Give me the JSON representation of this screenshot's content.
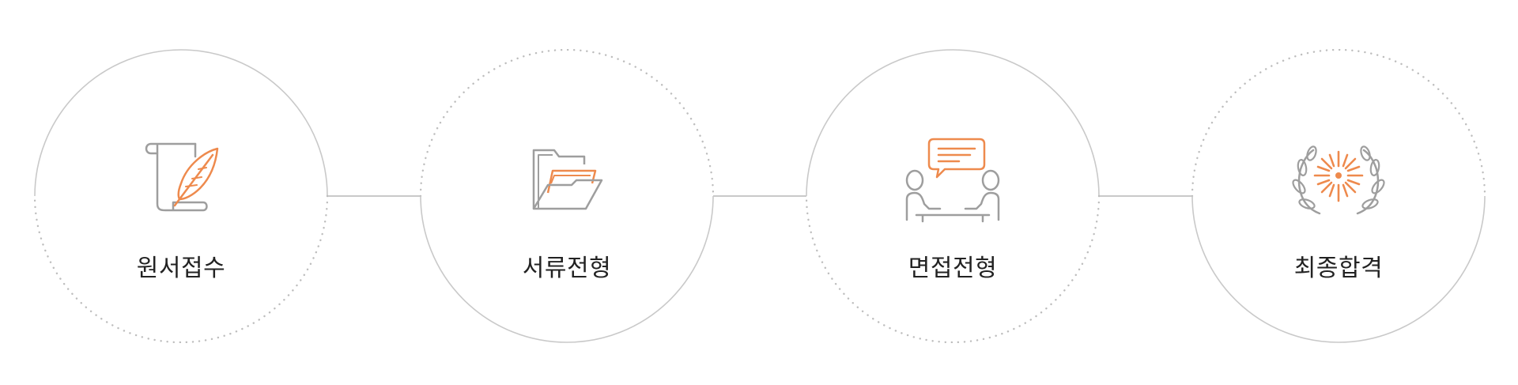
{
  "colors": {
    "accent": "#ee8a4d",
    "gray": "#9e9e9e",
    "ring": "#c9c9c9",
    "text": "#222222"
  },
  "steps": [
    {
      "label": "원서접수",
      "icon": "scroll-quill-icon"
    },
    {
      "label": "서류전형",
      "icon": "open-folder-icon"
    },
    {
      "label": "면접전형",
      "icon": "interview-chat-icon"
    },
    {
      "label": "최종합격",
      "icon": "laurel-wreath-icon"
    }
  ]
}
